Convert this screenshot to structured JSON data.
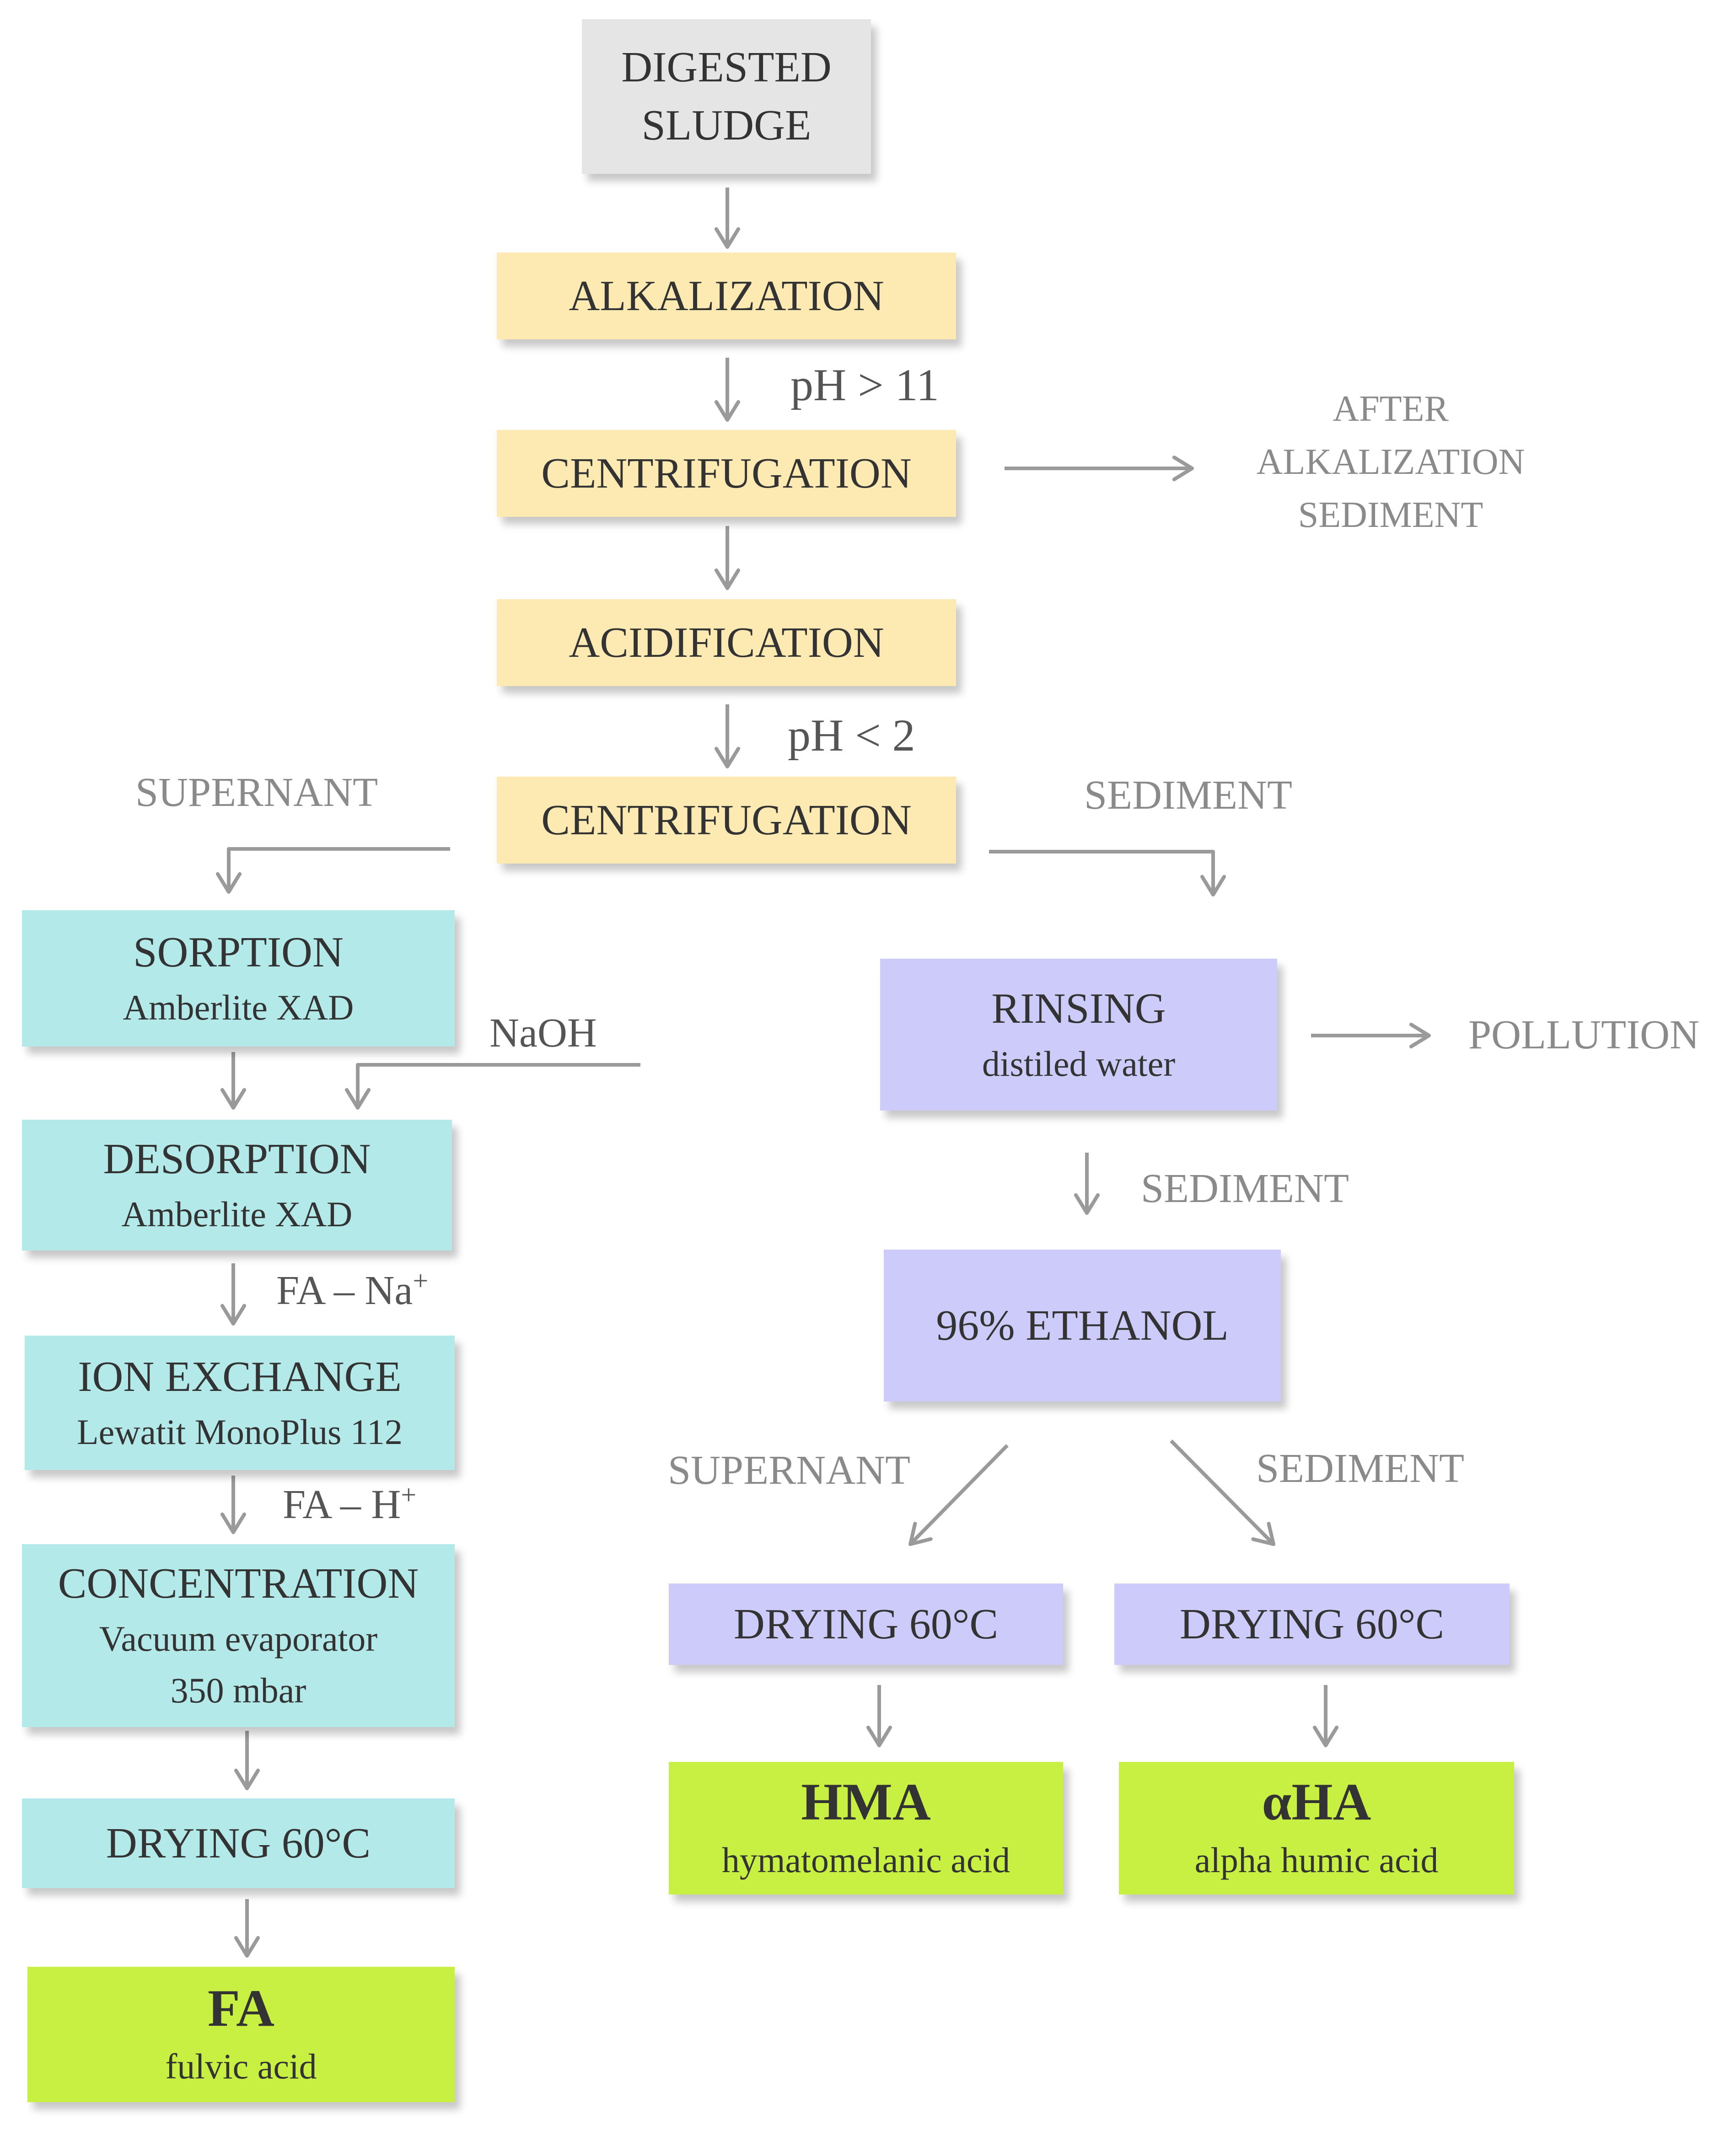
{
  "boxes": {
    "digested_sludge": [
      "DIGESTED",
      "SLUDGE"
    ],
    "alkalization": "ALKALIZATION",
    "centrifugation_1": "CENTRIFUGATION",
    "acidification": "ACIDIFICATION",
    "centrifugation_2": "CENTRIFUGATION",
    "sorption": {
      "title": "SORPTION",
      "sub": "Amberlite XAD"
    },
    "desorption": {
      "title": "DESORPTION",
      "sub": "Amberlite XAD"
    },
    "ion_exchange": {
      "title": "ION EXCHANGE",
      "sub": "Lewatit MonoPlus 112"
    },
    "concentration": {
      "title": "CONCENTRATION",
      "sub1": "Vacuum evaporator",
      "sub2": "350 mbar"
    },
    "drying_left": "DRYING 60°C",
    "fa": {
      "title": "FA",
      "sub": "fulvic acid"
    },
    "rinsing": {
      "title": "RINSING",
      "sub": "distiled water"
    },
    "ethanol": "96% ETHANOL",
    "drying_mid": "DRYING 60°C",
    "drying_right": "DRYING 60°C",
    "hma": {
      "title": "HMA",
      "sub": "hymatomelanic acid"
    },
    "aha": {
      "title": "αHA",
      "sub": "alpha humic acid"
    }
  },
  "labels": {
    "ph_gt_11": "pH > 11",
    "ph_lt_2": "pH < 2",
    "after_alk_sediment": [
      "AFTER",
      "ALKALIZATION",
      "SEDIMENT"
    ],
    "supernant_top": "SUPERNANT",
    "sediment_top": "SEDIMENT",
    "naoh": "NaOH",
    "fa_na_base": "FA – Na",
    "fa_na_sup": "+",
    "fa_h_base": "FA – H",
    "fa_h_sup": "+",
    "pollution": "POLLUTION",
    "sediment_mid": "SEDIMENT",
    "supernant_bottom": "SUPERNANT",
    "sediment_bottom": "SEDIMENT"
  },
  "colors": {
    "gray_box": "#e5e5e5",
    "yellow_box": "#fdeab3",
    "teal_box": "#b3e9e9",
    "lavender_box": "#cccbfa",
    "green_box": "#c8f043",
    "arrow": "#9a9a9a"
  }
}
